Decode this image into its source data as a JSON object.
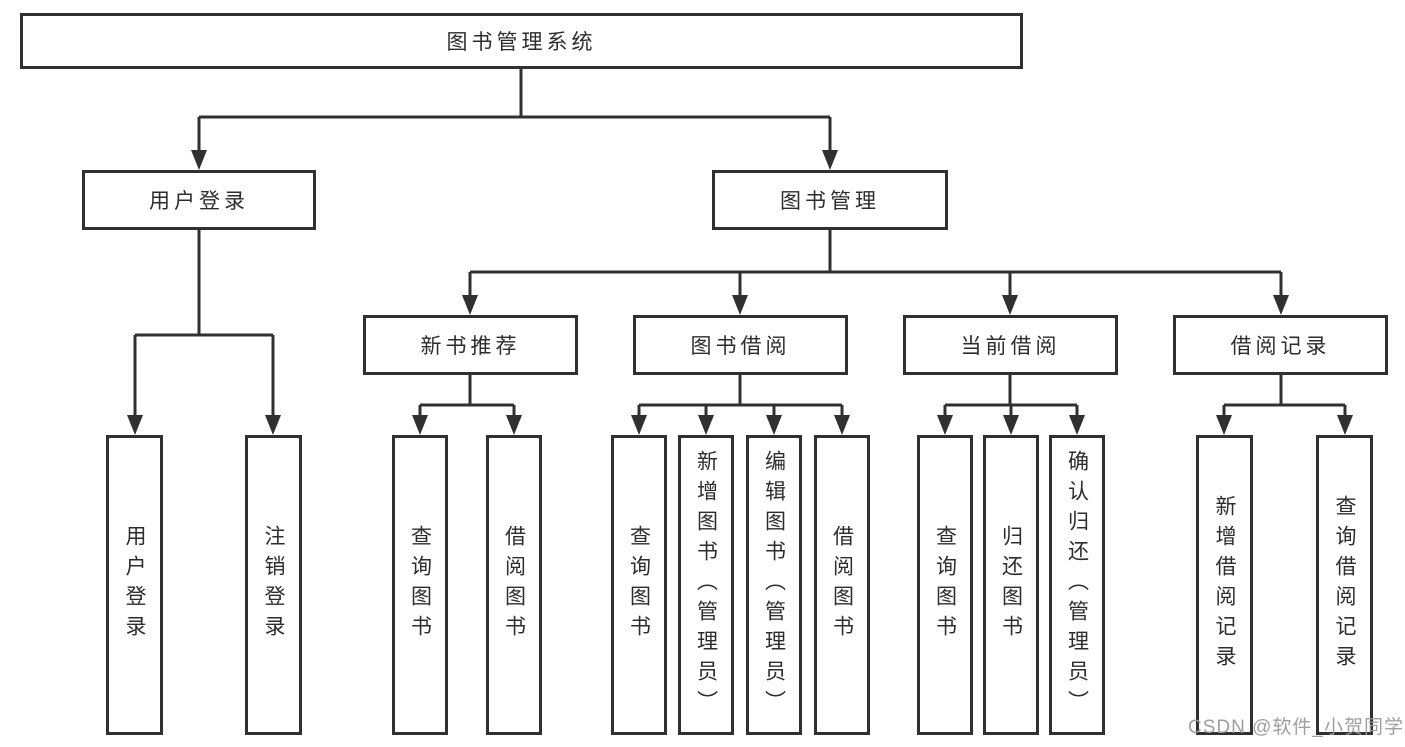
{
  "watermark": "CSDN @软件_小贺同学",
  "colors": {
    "line": "#303030",
    "box_border": "#303030",
    "box_fill": "#ffffff",
    "text": "#2d2d2d",
    "watermark": "#9a9a9a",
    "background": "#ffffff"
  },
  "tree": {
    "root": {
      "label": "图书管理系统"
    },
    "branches": [
      {
        "label": "用户登录",
        "children": [
          {
            "label": "用户登录"
          },
          {
            "label": "注销登录"
          }
        ]
      },
      {
        "label": "图书管理",
        "children": [
          {
            "label": "新书推荐",
            "children": [
              {
                "label": "查询图书"
              },
              {
                "label": "借阅图书"
              }
            ]
          },
          {
            "label": "图书借阅",
            "children": [
              {
                "label": "查询图书"
              },
              {
                "label": "新增图书（管理员）"
              },
              {
                "label": "编辑图书（管理员）"
              },
              {
                "label": "借阅图书"
              }
            ]
          },
          {
            "label": "当前借阅",
            "children": [
              {
                "label": "查询图书"
              },
              {
                "label": "归还图书"
              },
              {
                "label": "确认归还（管理员）"
              }
            ]
          },
          {
            "label": "借阅记录",
            "children": [
              {
                "label": "新增借阅记录"
              },
              {
                "label": "查询借阅记录"
              }
            ]
          }
        ]
      }
    ]
  }
}
